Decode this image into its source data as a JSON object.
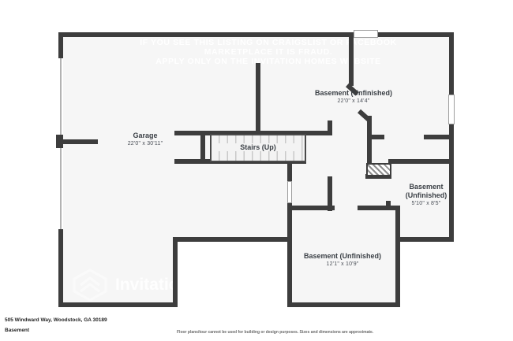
{
  "meta": {
    "address": "505 Windward Way, Woodstock, GA 30189",
    "level": "Basement",
    "disclaimer": "Floor plans/tour cannot be used for building or design purposes. Sizes and dimensions are approximate."
  },
  "watermark": {
    "line1": "IF YOU SEE THIS LISTING ON CRAIGSLIST OR FACEBOOK MARKETPLACE IT IS FRAUD.",
    "line2": "APPLY ONLY ON THE INVITATION HOMES WEBSITE",
    "brand": "Invitatio"
  },
  "colors": {
    "wall": "#3d3d3d",
    "floor": "#f6f6f6",
    "label_text": "#3b4046"
  },
  "rooms": {
    "garage": {
      "name": "Garage",
      "dims": "22'0\" x 30'11\""
    },
    "stairs": {
      "name": "Stairs (Up)"
    },
    "basement_upper": {
      "name": "Basement (Unfinished)",
      "dims": "22'0\" x 14'4\""
    },
    "basement_right": {
      "name_line1": "Basement",
      "name_line2": "(Unfinished)",
      "dims": "5'10\" x 8'5\""
    },
    "basement_lower": {
      "name": "Basement (Unfinished)",
      "dims": "12'1\" x 10'9\""
    }
  }
}
